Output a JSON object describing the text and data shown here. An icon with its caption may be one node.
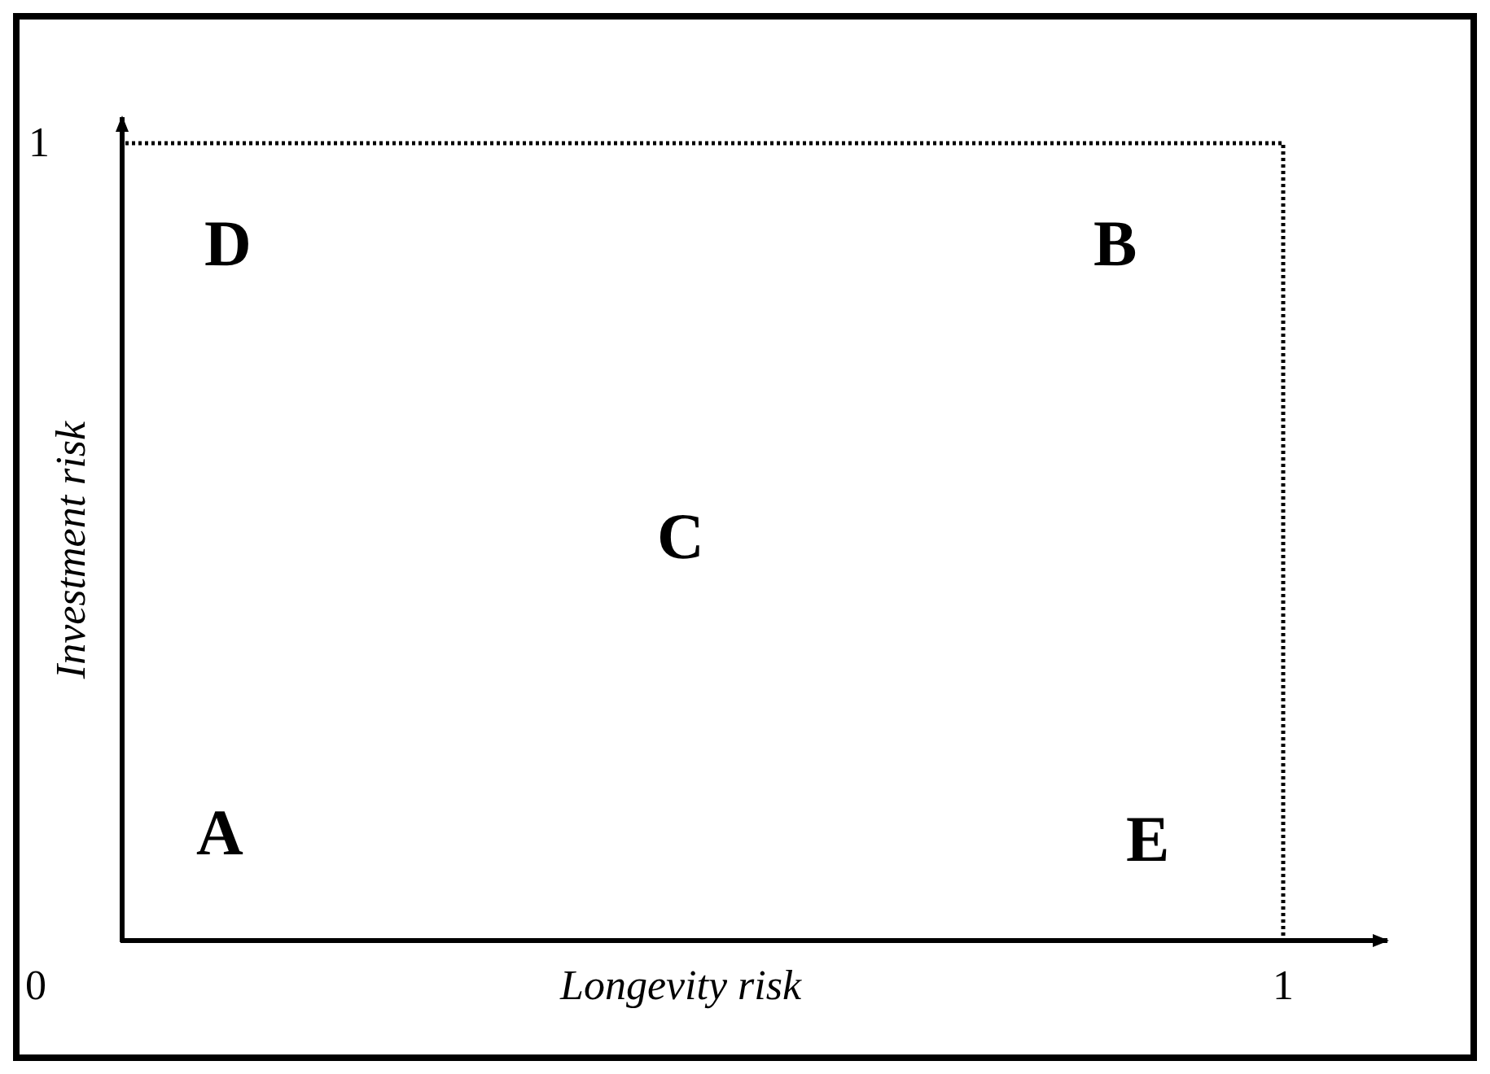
{
  "diagram": {
    "labels": [
      "1",
      "D",
      "B",
      "Investment risk",
      "C",
      "A",
      "E",
      "0",
      "Longevity risk",
      "1"
    ]
  }
}
